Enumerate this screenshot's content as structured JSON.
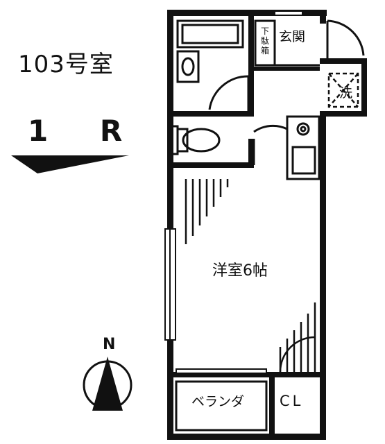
{
  "unit_label": "103号室",
  "layout_type": "1 R",
  "compass": {
    "north_label": "N"
  },
  "rooms": {
    "living": "洋室6帖",
    "entrance": "玄関",
    "shoe_box": "下駄箱",
    "laundry": "洗",
    "balcony": "ベランダ",
    "closet": "CL"
  },
  "colors": {
    "wall": "#111111",
    "background": "#ffffff"
  }
}
